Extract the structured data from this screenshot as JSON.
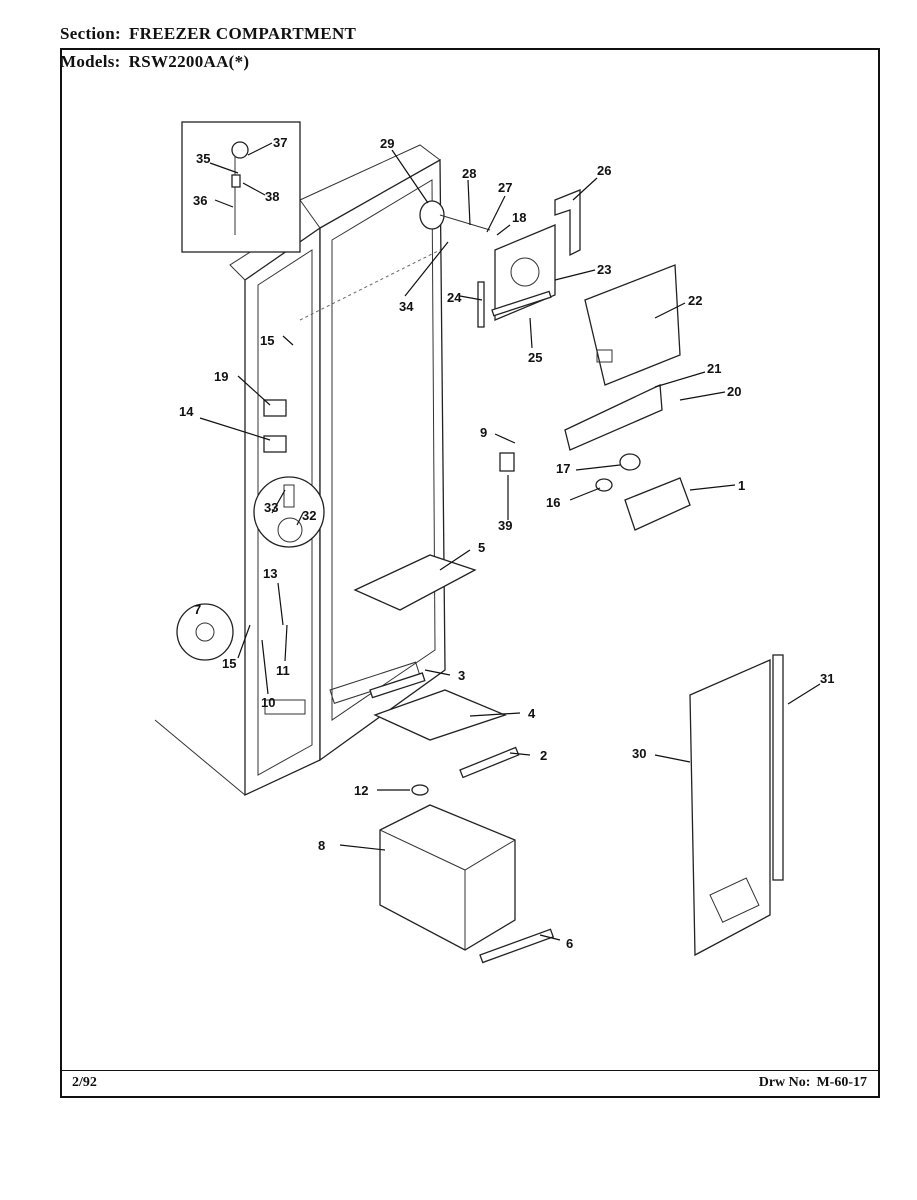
{
  "header": {
    "section_key": "Section:",
    "section_value": "FREEZER COMPARTMENT",
    "models_key": "Models:",
    "models_value": "RSW2200AA(*)"
  },
  "footer": {
    "date": "2/92",
    "drw_key": "Drw No:",
    "drw_value": "M-60-17"
  },
  "callouts": [
    "1",
    "2",
    "3",
    "4",
    "5",
    "6",
    "7",
    "8",
    "9",
    "10",
    "11",
    "12",
    "13",
    "14",
    "15",
    "15",
    "16",
    "17",
    "18",
    "19",
    "20",
    "21",
    "22",
    "23",
    "24",
    "25",
    "26",
    "27",
    "28",
    "29",
    "30",
    "31",
    "32",
    "33",
    "34",
    "35",
    "36",
    "37",
    "38",
    "39"
  ]
}
